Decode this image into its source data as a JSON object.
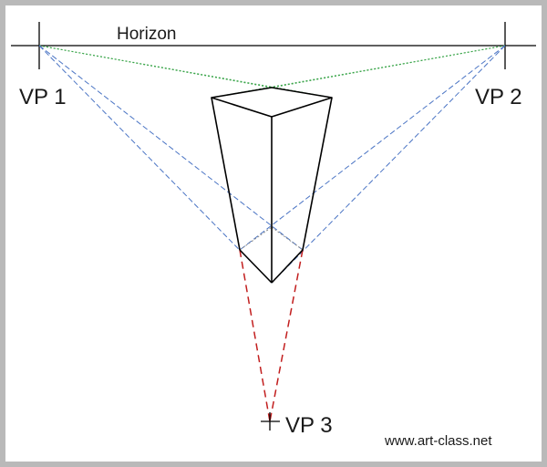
{
  "diagram": {
    "horizon_label": "Horizon",
    "vp1_label": "VP 1",
    "vp2_label": "VP 2",
    "vp3_label": "VP 3",
    "watermark": "www.art-class.net",
    "colors": {
      "frame": "#b9b9b9",
      "outline": "#000000",
      "green_lines": "#3aa54a",
      "blue_lines": "#4a74c4",
      "red_lines": "#c21e1e",
      "hidden_edges": "#8a8a8a"
    }
  }
}
